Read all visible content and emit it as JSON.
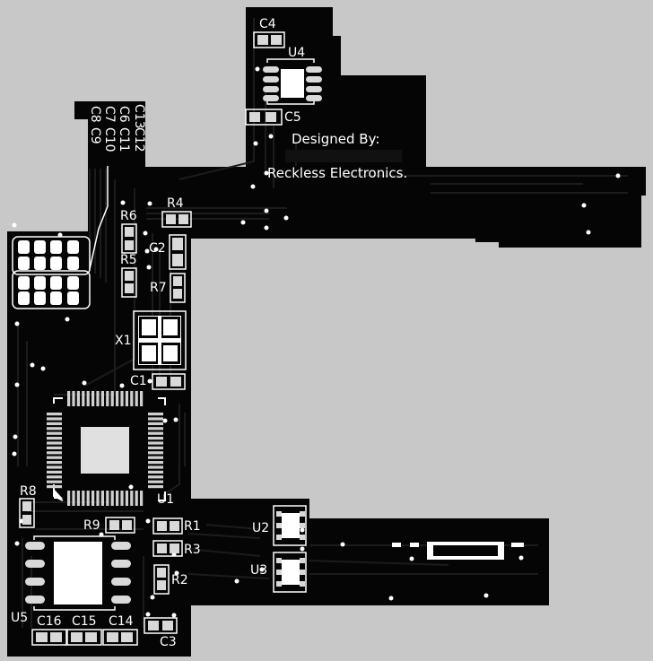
{
  "colors": {
    "background": "#c8c8c8",
    "board": "#050505",
    "copper": "#161616",
    "silkscreen": "#ffffff",
    "pad": "#d9d9d9"
  },
  "silkscreen": {
    "designed_by": "Designed By:",
    "company": "Reckless Electronics."
  },
  "components": {
    "C1": "C1",
    "C2": "C2",
    "C3": "C3",
    "C4": "C4",
    "C5": "C5",
    "C6": "C6",
    "C7": "C7",
    "C8": "C8",
    "C9": "C9",
    "C10": "C10",
    "C11": "C11",
    "C12": "C12",
    "C13": "C13",
    "C14": "C14",
    "C15": "C15",
    "C16": "C16",
    "R1": "R1",
    "R2": "R2",
    "R3": "R3",
    "R4": "R4",
    "R5": "R5",
    "R6": "R6",
    "R7": "R7",
    "R8": "R8",
    "R9": "R9",
    "U1": "U1",
    "U2": "U2",
    "U3": "U3",
    "U4": "U4",
    "U5": "U5",
    "X1": "X1"
  }
}
